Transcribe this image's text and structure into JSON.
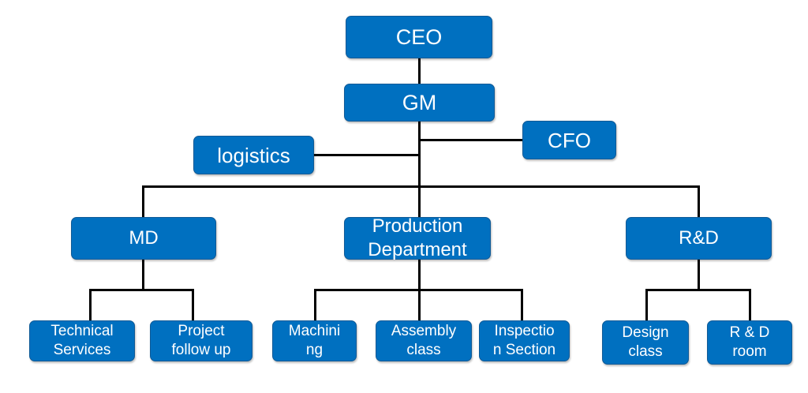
{
  "nodes": {
    "ceo": "CEO",
    "gm": "GM",
    "cfo": "CFO",
    "logistics": "logistics",
    "md": "MD",
    "production": "Production\nDepartment",
    "rd": "R&D",
    "technical_services": "Technical\nServices",
    "project_follow_up": "Project\nfollow up",
    "machining": "Machini\nng",
    "assembly_class": "Assembly\nclass",
    "inspection_section": "Inspectio\nn Section",
    "design_class": "Design\nclass",
    "rd_room": "R & D\nroom"
  },
  "colors": {
    "box_fill": "#0070c0",
    "box_border": "#0f5a96",
    "text": "#ffffff",
    "connector": "#000000"
  }
}
